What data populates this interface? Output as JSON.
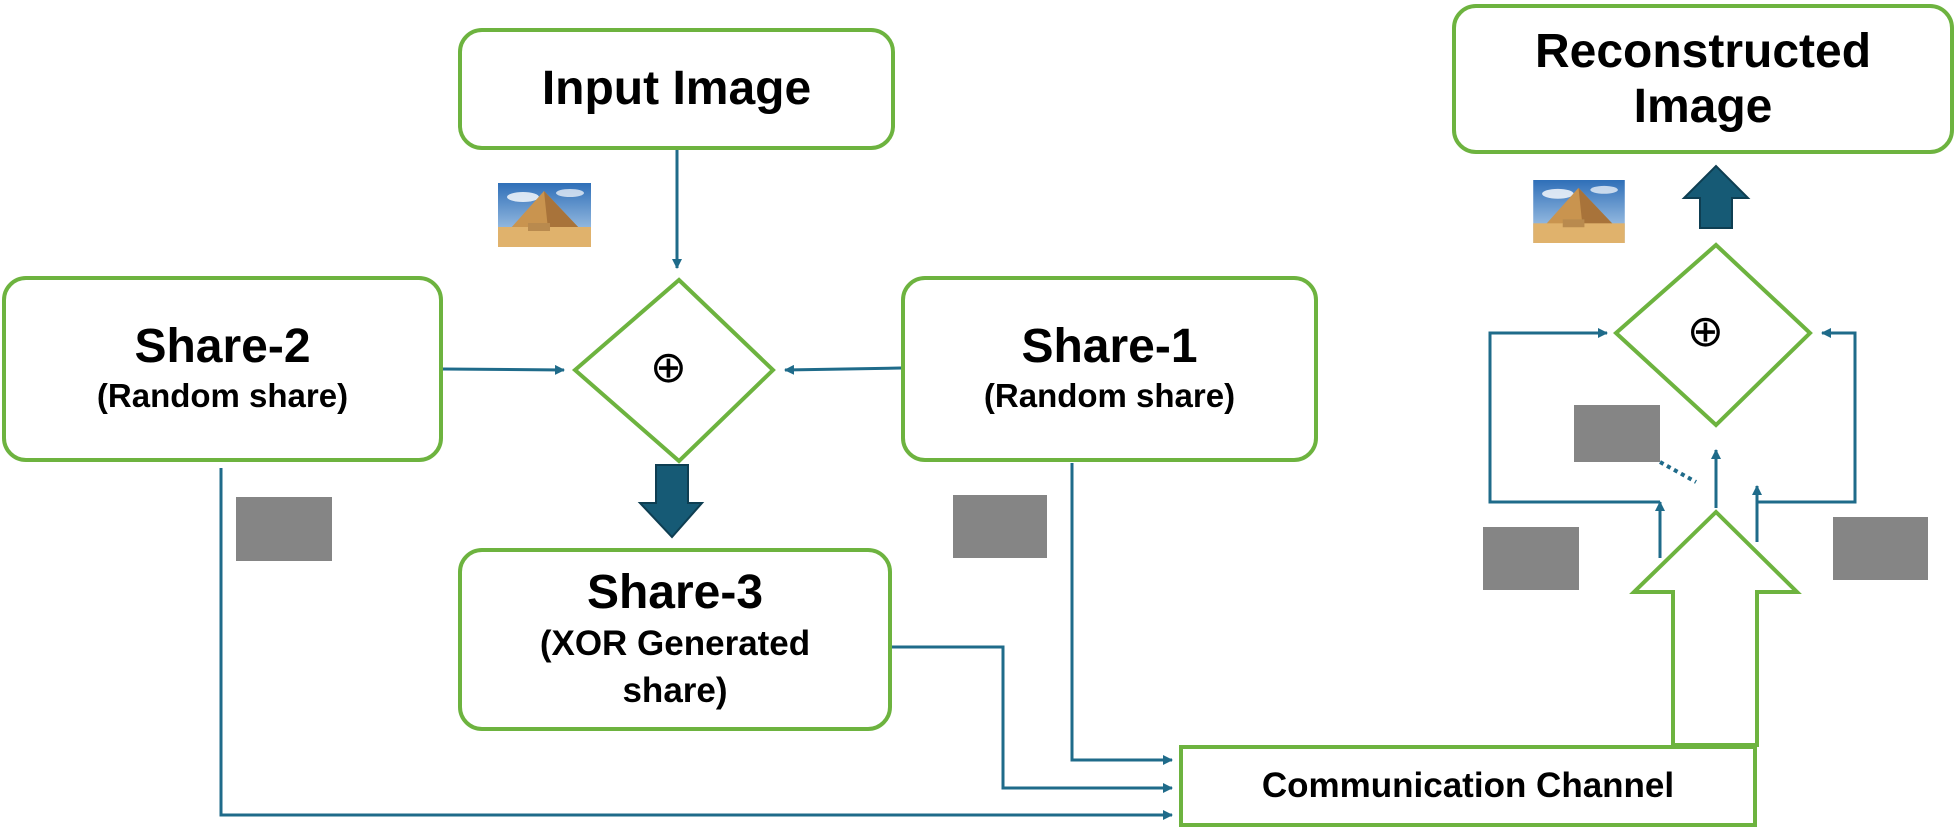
{
  "input_image": {
    "label": "Input Image"
  },
  "share2": {
    "title": "Share-2",
    "subtitle": "(Random share)"
  },
  "share1": {
    "title": "Share-1",
    "subtitle": "(Random share)"
  },
  "share3": {
    "title": "Share-3",
    "subtitle_line1": "(XOR Generated",
    "subtitle_line2": "share)"
  },
  "reconstructed_image": {
    "line1": "Reconstructed",
    "line2": "Image"
  },
  "channel": {
    "label": "Communication Channel"
  },
  "xor_symbol": "⊕",
  "colors": {
    "box_border": "#6db33f",
    "arrow": "#1f6b8a",
    "block_arrow": "#165a75",
    "placeholder": "#858585"
  }
}
